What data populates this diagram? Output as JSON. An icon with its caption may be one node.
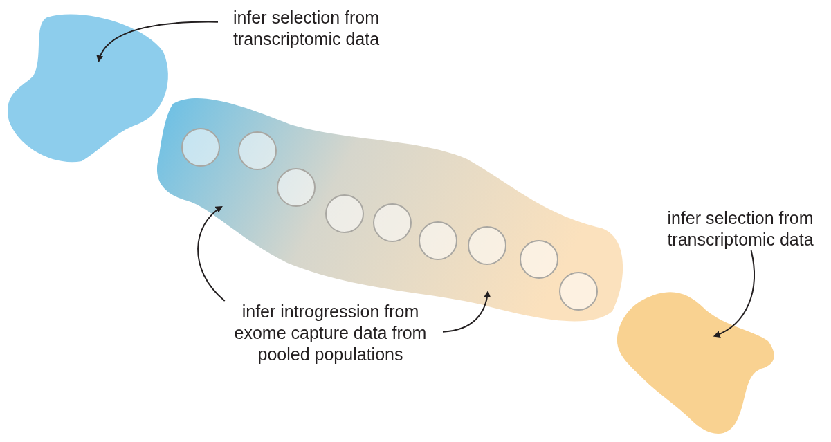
{
  "diagram": {
    "nodes": [
      {
        "text": [],
        "shape": "blob"
      },
      {
        "text": [
          "infer selection from transcriptomic data"
        ]
      },
      {
        "text": [],
        "shape": "blob"
      },
      {
        "text": [],
        "shape": "circle",
        "in": 2
      },
      {
        "text": [],
        "shape": "circle",
        "in": 2
      },
      {
        "text": [],
        "shape": "circle",
        "in": 2
      },
      {
        "text": [],
        "shape": "circle",
        "in": 2
      },
      {
        "text": [],
        "shape": "circle",
        "in": 2
      },
      {
        "text": [],
        "shape": "circle",
        "in": 2
      },
      {
        "text": [],
        "shape": "circle",
        "in": 2
      },
      {
        "text": [],
        "shape": "circle",
        "in": 2
      },
      {
        "text": [],
        "shape": "circle",
        "in": 2
      },
      {
        "text": [
          "infer introgression from exome capture data from pooled populations"
        ]
      },
      {
        "text": [
          "infer selection from transcriptomic data"
        ]
      },
      {
        "text": [],
        "shape": "blob"
      }
    ],
    "edges": [
      {
        "from": 1,
        "to": 0,
        "arrow": "to"
      },
      {
        "from": 12,
        "to": 2,
        "arrow": "to"
      },
      {
        "from": 12,
        "to": 2,
        "arrow": "to"
      },
      {
        "from": 13,
        "to": 14,
        "arrow": "to"
      }
    ]
  }
}
